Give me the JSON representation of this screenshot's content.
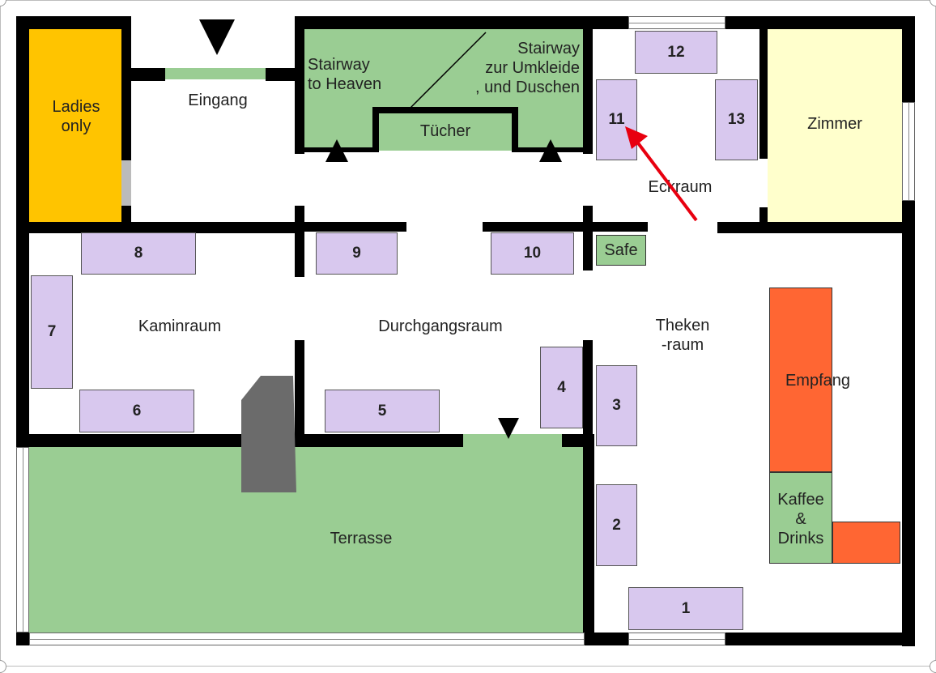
{
  "rooms": {
    "ladies": "Ladies\nonly",
    "entrance": "Eingang",
    "stairway_heaven": "Stairway\nto Heaven",
    "stairway_locker": "Stairway\nzur Umkleide\n, und Duschen",
    "towels": "Tücher",
    "corner_room": "Eckraum",
    "room": "Zimmer",
    "safe": "Safe",
    "fireplace_room": "Kaminraum",
    "passage_room": "Durchgangsraum",
    "counter_room": "Theken\n-raum",
    "reception": "Empfang",
    "coffee_drinks": "Kaffee\n&\nDrinks",
    "terrace": "Terrasse"
  },
  "tables": [
    "1",
    "2",
    "3",
    "4",
    "5",
    "6",
    "7",
    "8",
    "9",
    "10",
    "11",
    "12",
    "13"
  ],
  "colors": {
    "wall": "#000000",
    "green": "#9acd93",
    "table": "#d8c8ee",
    "ladies": "#ffc400",
    "room": "#ffffcc",
    "reception": "#ff6633",
    "pillar": "#6b6b6b",
    "arrow": "#e8000f"
  },
  "icons": [
    "entrance-arrow-icon",
    "stair-arrow-icon",
    "terrace-door-arrow-icon",
    "pointer-arrow-icon"
  ]
}
